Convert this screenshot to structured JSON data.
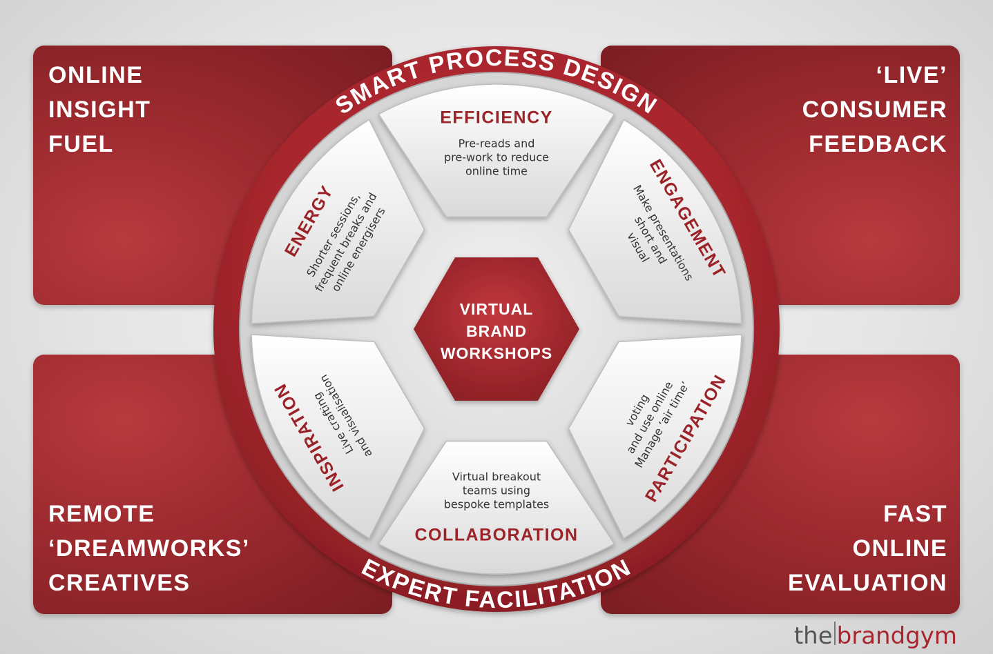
{
  "corners": {
    "top_left": [
      "ONLINE",
      "INSIGHT",
      "FUEL"
    ],
    "top_right": [
      "‘LIVE’",
      "CONSUMER",
      "FEEDBACK"
    ],
    "bottom_left": [
      "REMOTE",
      "‘DREAMWORKS’",
      "CREATIVES"
    ],
    "bottom_right": [
      "FAST",
      "ONLINE",
      "EVALUATION"
    ]
  },
  "ring": {
    "top": "SMART PROCESS DESIGN",
    "bottom": "EXPERT FACILITATION"
  },
  "center": [
    "VIRTUAL",
    "BRAND",
    "WORKSHOPS"
  ],
  "segments": [
    {
      "title": "EFFICIENCY",
      "desc": [
        "Pre-reads and",
        "pre-work to reduce",
        "online time"
      ]
    },
    {
      "title": "ENGAGEMENT",
      "desc": [
        "Make presentations",
        "short and",
        "visual"
      ]
    },
    {
      "title": "PARTICIPATION",
      "desc": [
        "Manage ‘air time’",
        "and use online",
        "voting"
      ]
    },
    {
      "title": "COLLABORATION",
      "desc": [
        "Virtual breakout",
        "teams using",
        "bespoke templates"
      ]
    },
    {
      "title": "INSPIRATION",
      "desc": [
        "Live crafting",
        "and visualisation"
      ]
    },
    {
      "title": "ENERGY",
      "desc": [
        "Shorter sessions,",
        "frequent breaks and",
        "online energisers"
      ]
    }
  ],
  "logo": {
    "the": "the",
    "brand": "brandgym"
  },
  "colors": {
    "brand_red": "#a8262d",
    "dark_red": "#7a1d22",
    "ring_red": "#b0282e",
    "text_dark_red": "#9b2227"
  }
}
